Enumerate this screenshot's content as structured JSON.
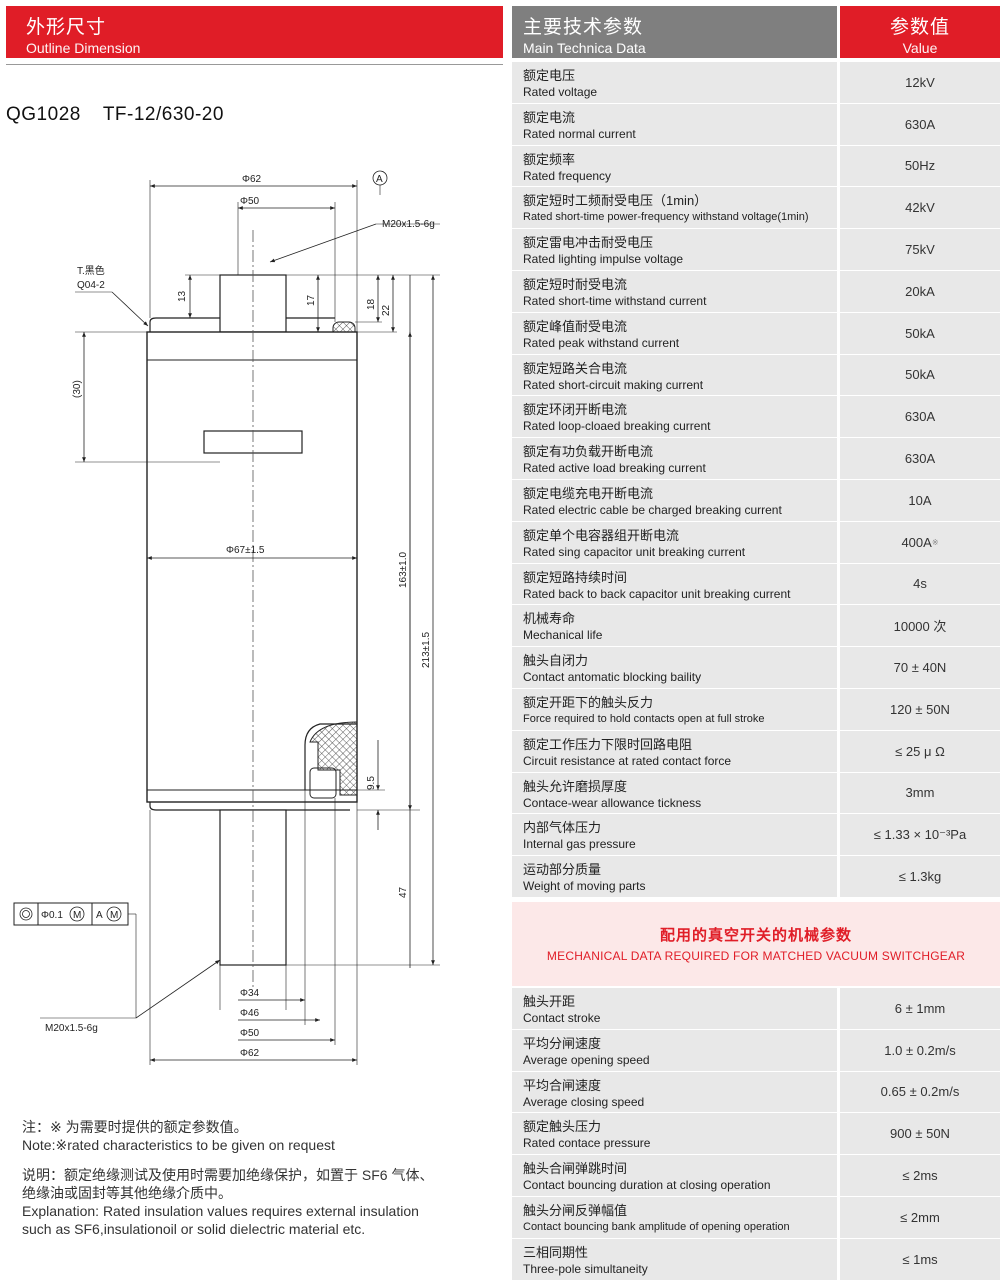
{
  "left_header": {
    "cn": "外形尺寸",
    "en": "Outline Dimension"
  },
  "right_header": {
    "cn": "主要技术参数",
    "en": "Main Technica Data"
  },
  "value_header": {
    "cn": "参数值",
    "en": "Value"
  },
  "model": {
    "code": "QG1028",
    "type": "TF-12/630-20"
  },
  "drawing_labels": {
    "phi62_top": "Φ62",
    "phi50_top": "Φ50",
    "thread_top": "M20x1.5-6g",
    "datum": "A",
    "material": "T.黑色",
    "material_code": "Q04-2",
    "d13": "13",
    "d17": "17",
    "d18": "18",
    "d22": "22",
    "d30": "(30)",
    "phi67": "Φ67±1.5",
    "d163": "163±1.0",
    "d213": "213±1.5",
    "d95": "9.5",
    "d47": "47",
    "tol_phi": "Φ0.1",
    "tol_m1": "M",
    "tol_a": "A",
    "tol_m2": "M",
    "thread_bottom": "M20x1.5-6g",
    "phi34": "Φ34",
    "phi46": "Φ46",
    "phi50_bottom": "Φ50",
    "phi62_bottom": "Φ62"
  },
  "notes": {
    "note_cn": "注：※ 为需要时提供的额定参数值。",
    "note_en": "Note:※rated characteristics to be given on request",
    "expl_cn_1": "说明：额定绝缘测试及使用时需要加绝缘保护，如置于 SF6 气体、",
    "expl_cn_2": "绝缘油或固封等其他绝缘介质中。",
    "expl_en_1": "Explanation: Rated insulation values requires external insulation",
    "expl_en_2": "such as SF6,insulationoil or solid dielectric material etc."
  },
  "params": [
    {
      "cn": "额定电压",
      "en": "Rated voltage",
      "value": "12kV"
    },
    {
      "cn": "额定电流",
      "en": "Rated normal current",
      "value": "630A"
    },
    {
      "cn": "额定频率",
      "en": "Rated frequency",
      "value": "50Hz"
    },
    {
      "cn": "额定短时工频耐受电压（1min）",
      "en": "Rated short-time power-frequency withstand voltage(1min)",
      "value": "42kV"
    },
    {
      "cn": "额定雷电冲击耐受电压",
      "en": "Rated lighting impulse voltage",
      "value": "75kV"
    },
    {
      "cn": "额定短时耐受电流",
      "en": "Rated short-time  withstand current",
      "value": "20kA"
    },
    {
      "cn": "额定峰值耐受电流",
      "en": "Rated peak withstand current",
      "value": "50kA"
    },
    {
      "cn": "额定短路关合电流",
      "en": "Rated short-circuit making current",
      "value": "50kA"
    },
    {
      "cn": "额定环闭开断电流",
      "en": "Rated loop-cloaed breaking  current",
      "value": "630A"
    },
    {
      "cn": "额定有功负载开断电流",
      "en": "Rated active load breaking current",
      "value": "630A"
    },
    {
      "cn": "额定电缆充电开断电流",
      "en": "Rated electric cable be charged breaking current",
      "value": "10A"
    },
    {
      "cn": "额定单个电容器组开断电流",
      "en": "Rated sing capacitor unit breaking current",
      "value": "400A",
      "mark": "※"
    },
    {
      "cn": "额定短路持续时间",
      "en": "Rated back to back capacitor unit breaking current",
      "value": "4s"
    },
    {
      "cn": "机械寿命",
      "en": "Mechanical life",
      "value": "10000 次"
    },
    {
      "cn": "触头自闭力",
      "en": "Contact antomatic blocking baility",
      "value": "70 ± 40N"
    },
    {
      "cn": "额定开距下的触头反力",
      "en": "Force required to hold contacts open at full stroke",
      "value": "120 ± 50N"
    },
    {
      "cn": "额定工作压力下限时回路电阻",
      "en": "Circuit resistance at rated contact force",
      "value": "≤ 25  μ  Ω"
    },
    {
      "cn": "触头允许磨损厚度",
      "en": "Contace-wear allowance tickness",
      "value": "3mm"
    },
    {
      "cn": "内部气体压力",
      "en": "Internal gas pressure",
      "value": "≤ 1.33 × 10⁻³Pa"
    },
    {
      "cn": "运动部分质量",
      "en": "Weight of moving parts",
      "value": "≤ 1.3kg"
    }
  ],
  "mech_header": {
    "cn": "配用的真空开关的机械参数",
    "en": "MECHANICAL DATA REQUIRED FOR MATCHED VACUUM SWITCHGEAR"
  },
  "mech_params": [
    {
      "cn": "触头开距",
      "en": "Contact stroke",
      "value": "6 ± 1mm"
    },
    {
      "cn": "平均分闸速度",
      "en": "Average opening speed",
      "value": "1.0 ± 0.2m/s"
    },
    {
      "cn": "平均合闸速度",
      "en": "Average closing speed",
      "value": "0.65 ± 0.2m/s"
    },
    {
      "cn": "额定触头压力",
      "en": "Rated contace pressure",
      "value": "900  ± 50N"
    },
    {
      "cn": "触头合闸弹跳时间",
      "en": "Contact bouncing duration at closing operation",
      "value": "≤ 2ms"
    },
    {
      "cn": "触头分闸反弹幅值",
      "en": "Contact bouncing bank amplitude of opening operation",
      "value": "≤ 2mm"
    },
    {
      "cn": "三相同期性",
      "en": "Three-pole simultaneity",
      "value": "≤ 1ms"
    }
  ]
}
